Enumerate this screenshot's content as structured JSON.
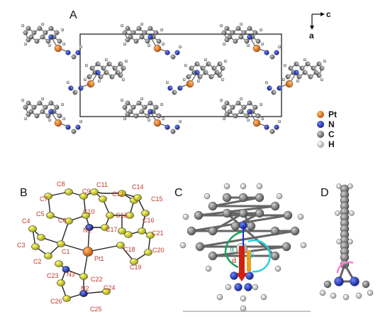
{
  "panels": {
    "a": {
      "label": "A"
    },
    "b": {
      "label": "B"
    },
    "c": {
      "label": "C"
    },
    "d": {
      "label": "D"
    }
  },
  "axes": {
    "c": "c",
    "a": "a"
  },
  "legend": [
    {
      "symbol": "Pt",
      "color": "#f07820"
    },
    {
      "symbol": "N",
      "color": "#1a33c8"
    },
    {
      "symbol": "C",
      "color": "#7a7a7a"
    },
    {
      "symbol": "H",
      "color": "#d8d8d8"
    }
  ],
  "atom_labels": {
    "c8": "C8",
    "c9": "C9",
    "c11": "C11",
    "c14": "C14",
    "c7": "C7",
    "c12": "C12",
    "c15": "C15",
    "c5": "C5",
    "c10": "C10",
    "c6": "C6",
    "c13": "C13",
    "c16": "C16",
    "c4": "C4",
    "n1": "N1",
    "c17": "C17",
    "c21": "C21",
    "c3": "C3",
    "c1": "C1",
    "c18": "C18",
    "c20": "C20",
    "c2": "C2",
    "pt1": "Pt1",
    "c19": "C19",
    "c23": "C23",
    "n3": "N3",
    "c22": "C22",
    "n2": "N2",
    "c24": "C24",
    "c26": "C26",
    "c25": "C25"
  },
  "geometry_symbols": {
    "alpha": "α",
    "beta": "β",
    "d": "d"
  }
}
